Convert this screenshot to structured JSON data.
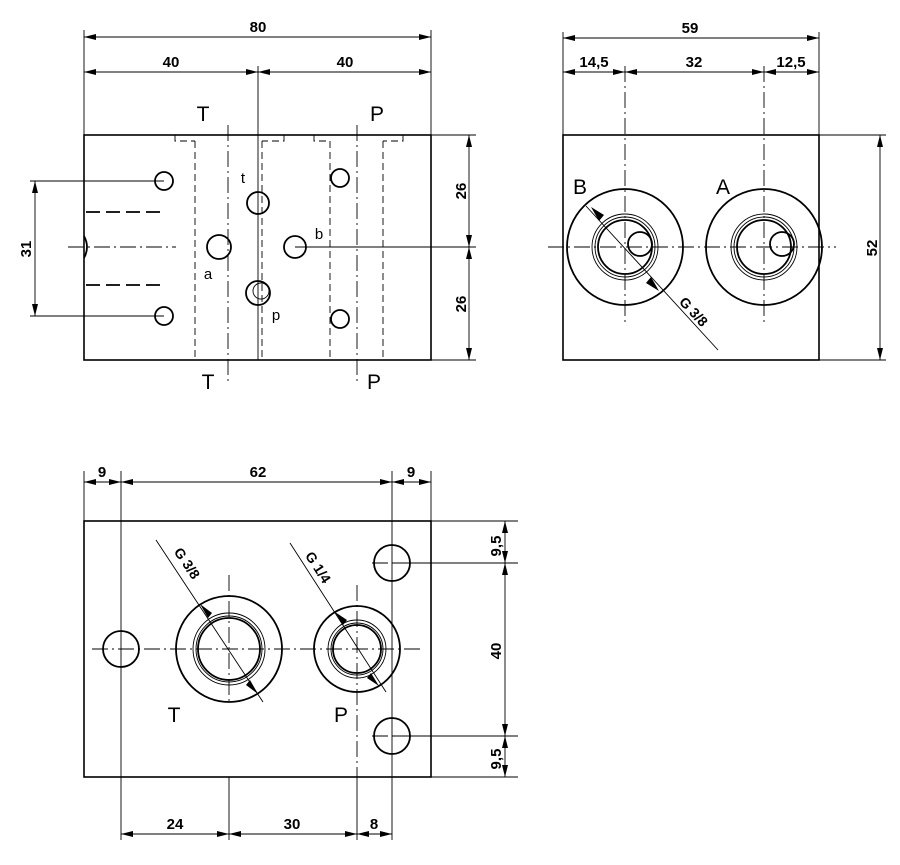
{
  "front_view": {
    "dim_width": "80",
    "dim_half_left": "40",
    "dim_half_right": "40",
    "dim_upper": "26",
    "dim_lower": "26",
    "dim_hole_pitch": "31",
    "port_T_top": "T",
    "port_P_top": "P",
    "port_T_bottom": "T",
    "port_P_bottom": "P",
    "label_t": "t",
    "label_a": "a",
    "label_b": "b",
    "label_p": "p"
  },
  "side_view": {
    "dim_width": "59",
    "dim_left": "14,5",
    "dim_mid": "32",
    "dim_right": "12,5",
    "dim_height": "52",
    "port_B": "B",
    "port_A": "A",
    "thread": "G 3/8"
  },
  "bottom_view": {
    "dim_left_margin": "9",
    "dim_span": "62",
    "dim_right_margin": "9",
    "dim_top": "9,5",
    "dim_mid": "40",
    "dim_bottom": "9,5",
    "dim_b1": "24",
    "dim_b2": "30",
    "dim_b3": "8",
    "port_T": "T",
    "port_P": "P",
    "thread_T": "G 3/8",
    "thread_P": "G 1/4"
  }
}
